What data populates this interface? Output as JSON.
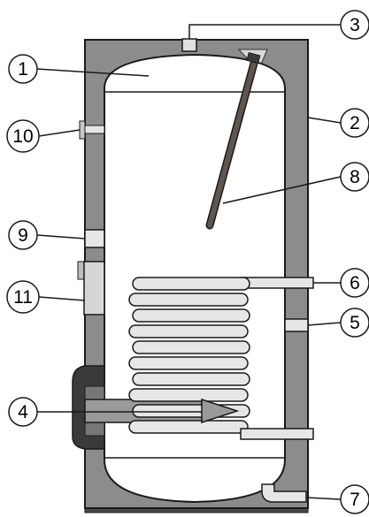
{
  "colors": {
    "insulation": "#8c8c8c",
    "tank_white": "#ffffff",
    "coil_light": "#e6e6e6",
    "pipe_gray": "#c8c8c8",
    "anode_brown": "#5f5650",
    "flange_dark": "#3a3a3a",
    "outline": "#1a1a1a"
  },
  "callouts": [
    {
      "id": "1",
      "label": "1"
    },
    {
      "id": "2",
      "label": "2"
    },
    {
      "id": "3",
      "label": "3"
    },
    {
      "id": "4",
      "label": "4"
    },
    {
      "id": "5",
      "label": "5"
    },
    {
      "id": "6",
      "label": "6"
    },
    {
      "id": "7",
      "label": "7"
    },
    {
      "id": "8",
      "label": "8"
    },
    {
      "id": "9",
      "label": "9"
    },
    {
      "id": "10",
      "label": "10"
    },
    {
      "id": "11",
      "label": "11"
    }
  ]
}
